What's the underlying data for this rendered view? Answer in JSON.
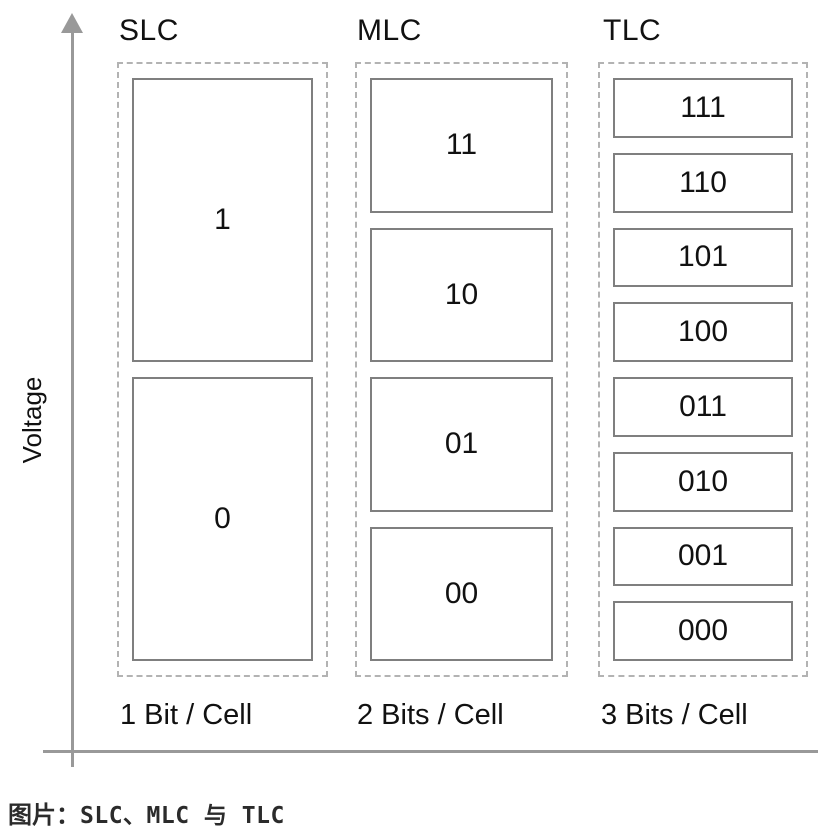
{
  "figure": {
    "y_axis_label": "Voltage",
    "columns": [
      {
        "title": "SLC",
        "caption": "1 Bit / Cell",
        "cells": [
          "1",
          "0"
        ]
      },
      {
        "title": "MLC",
        "caption": "2 Bits / Cell",
        "cells": [
          "11",
          "10",
          "01",
          "00"
        ]
      },
      {
        "title": "TLC",
        "caption": "3 Bits / Cell",
        "cells": [
          "111",
          "110",
          "101",
          "100",
          "011",
          "010",
          "001",
          "000"
        ]
      }
    ]
  },
  "caption": {
    "prefix": "图片：",
    "text": "SLC、MLC 与 TLC"
  },
  "colors": {
    "axis_gray": "#999999",
    "solid_border_gray": "#7f7f7f",
    "dashed_border_gray": "#b3b3b3",
    "text_black": "#111111",
    "caption_gray": "#2b2b2b",
    "background": "#ffffff"
  }
}
